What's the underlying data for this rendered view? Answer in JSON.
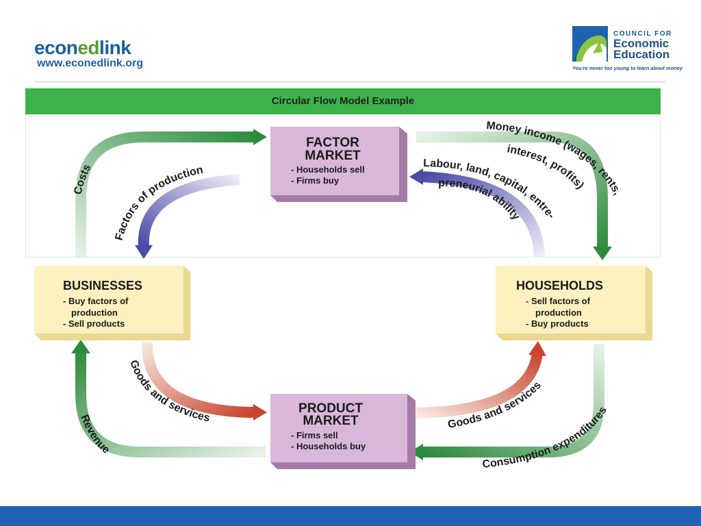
{
  "header": {
    "logo_prefix": "econ",
    "logo_ed": "ed",
    "logo_suffix": "link",
    "url": "www.econedlink.org",
    "cee_line1": "COUNCIL FOR",
    "cee_line2": "Economic",
    "cee_line3": "Education",
    "cee_tagline": "You're never too young to learn about money"
  },
  "slide": {
    "title": "Circular Flow Model Example"
  },
  "diagram": {
    "factor_market": {
      "title_line1": "FACTOR",
      "title_line2": "MARKET",
      "items": [
        "- Households sell",
        "- Firms buy"
      ]
    },
    "product_market": {
      "title_line1": "PRODUCT",
      "title_line2": "MARKET",
      "items": [
        "- Firms sell",
        "- Households buy"
      ]
    },
    "businesses": {
      "title": "BUSINESSES",
      "items": [
        "- Buy factors of",
        "production",
        "- Sell products"
      ]
    },
    "households": {
      "title": "HOUSEHOLDS",
      "items": [
        "- Sell factors of",
        "production",
        "- Buy products"
      ]
    },
    "flows": {
      "costs": "Costs",
      "factors_of_production": "Factors of production",
      "money_income_1": "Money income (wages, rents,",
      "money_income_2": "interest, profits)",
      "labour_1": "Labour, land, capital, entre-",
      "labour_2": "preneurial ability",
      "goods_services_left": "Goods and services",
      "goods_services_right": "Goods and services",
      "revenue": "Revenue",
      "consumption": "Consumption expenditures"
    },
    "colors": {
      "box_purple": "#d9b7d9",
      "box_purple_dark": "#a67aa6",
      "box_yellow": "#fdf1c0",
      "box_yellow_dark": "#e9d890",
      "arrow_green": "#2e8b3e",
      "arrow_purple": "#4b4aa8",
      "arrow_red": "#c8452e"
    }
  }
}
